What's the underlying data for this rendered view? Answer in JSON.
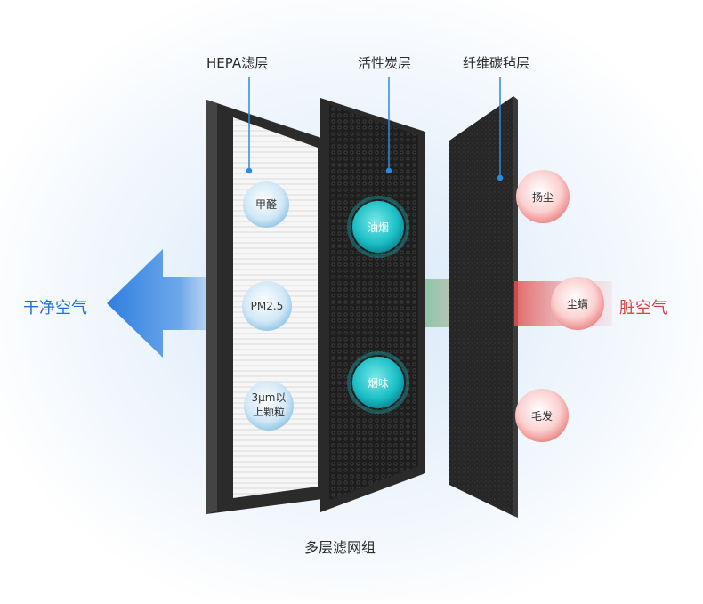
{
  "layers": {
    "hepa": "HEPA滤层",
    "carbon": "活性炭层",
    "felt": "纤维碳毡层"
  },
  "caption": "多层滤网组",
  "air": {
    "clean": "干净空气",
    "dirty": "脏空气"
  },
  "hepa_bubbles": [
    "甲醛",
    "PM2.5",
    "3μm以",
    "上颗粒"
  ],
  "carbon_bubbles": [
    "油烟",
    "烟味"
  ],
  "felt_bubbles": [
    "扬尘",
    "尘螨",
    "毛发"
  ],
  "colors": {
    "clean_blue": "#1f6fd8",
    "dirty_red": "#d94040",
    "carbon_bubble": "#1bbfc6",
    "hepa_bubble": "#9fd0ec",
    "felt_bubble": "#f08a8a",
    "leader_line": "#2a8be0"
  }
}
